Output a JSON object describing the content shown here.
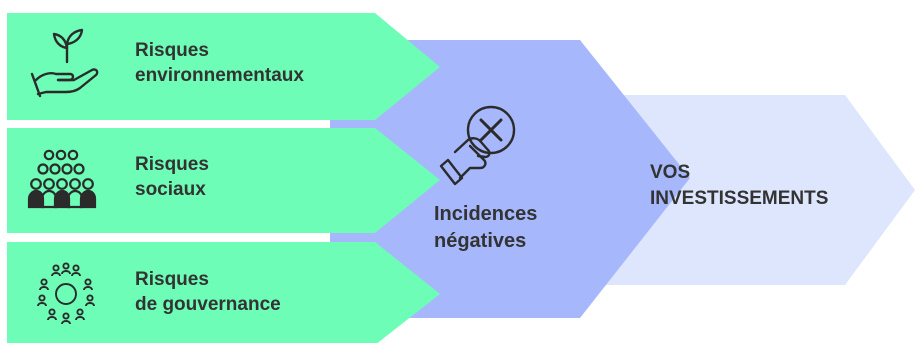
{
  "colors": {
    "risk_band": "#6dfdb6",
    "middle_chevron": "#a6b8fb",
    "outer_chevron": "#dde6fd",
    "text": "#333333",
    "icon_stroke": "#2b2b2b"
  },
  "risks": [
    {
      "line1": "Risques",
      "line2": "environnementaux",
      "icon": "plant-in-hand-icon"
    },
    {
      "line1": "Risques",
      "line2": "sociaux",
      "icon": "crowd-icon"
    },
    {
      "line1": "Risques",
      "line2": "de gouvernance",
      "icon": "governance-network-icon"
    }
  ],
  "middle": {
    "line1": "Incidences",
    "line2": "négatives",
    "icon": "hand-rejecting-icon"
  },
  "outcome": {
    "line1": "VOS",
    "line2": "INVESTISSEMENTS"
  }
}
